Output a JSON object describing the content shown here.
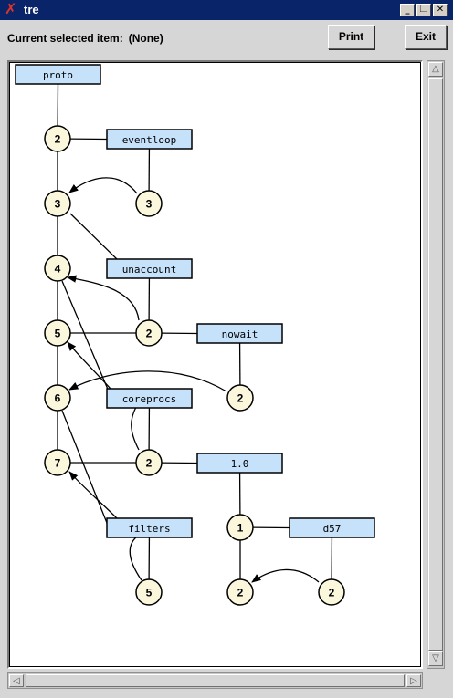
{
  "window": {
    "title": "tre",
    "app_icon": "x-logo-icon",
    "controls": [
      "minimize-icon",
      "maximize-icon",
      "close-icon"
    ],
    "minimize_glyph": "_",
    "maximize_glyph": "❐",
    "close_glyph": "✕"
  },
  "toolbar": {
    "selected_label": "Current selected item:",
    "selected_value": "(None)",
    "print_label": "Print",
    "exit_label": "Exit"
  },
  "graph": {
    "colors": {
      "box_fill": "#c6e2fb",
      "circle_fill": "#fbf7dc",
      "line": "#000000"
    },
    "boxes": [
      {
        "id": "proto",
        "label": "proto"
      },
      {
        "id": "eventloop",
        "label": "eventloop"
      },
      {
        "id": "unaccount",
        "label": "unaccount"
      },
      {
        "id": "nowait",
        "label": "nowait"
      },
      {
        "id": "coreprocs",
        "label": "coreprocs"
      },
      {
        "id": "v10",
        "label": "1.0"
      },
      {
        "id": "filters",
        "label": "filters"
      },
      {
        "id": "d57",
        "label": "d57"
      }
    ],
    "nodes": [
      {
        "id": "n2a",
        "label": "2"
      },
      {
        "id": "n3a",
        "label": "3"
      },
      {
        "id": "n3b",
        "label": "3"
      },
      {
        "id": "n4",
        "label": "4"
      },
      {
        "id": "n5a",
        "label": "5"
      },
      {
        "id": "n2b",
        "label": "2"
      },
      {
        "id": "n6",
        "label": "6"
      },
      {
        "id": "n2c",
        "label": "2"
      },
      {
        "id": "n7",
        "label": "7"
      },
      {
        "id": "n2d",
        "label": "2"
      },
      {
        "id": "n1",
        "label": "1"
      },
      {
        "id": "n5b",
        "label": "5"
      },
      {
        "id": "n2e",
        "label": "2"
      },
      {
        "id": "n2f",
        "label": "2"
      }
    ]
  }
}
